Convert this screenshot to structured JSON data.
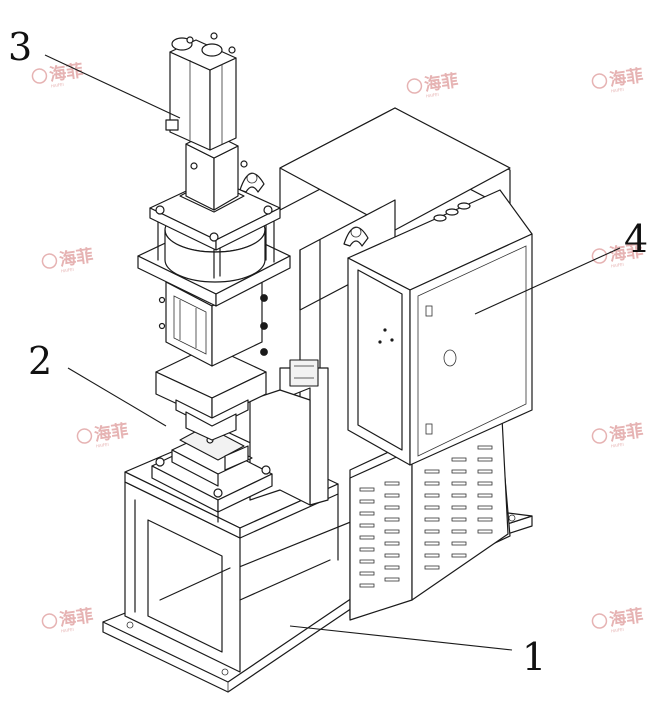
{
  "callouts": [
    {
      "label": "3"
    },
    {
      "label": "2"
    },
    {
      "label": "4"
    },
    {
      "label": "1"
    }
  ],
  "watermark": {
    "text": "海菲",
    "subtext": "HAIFEI"
  },
  "colors": {
    "line": "#1a1a1a",
    "watermark": "#e6b3b3",
    "background": "#ffffff"
  }
}
